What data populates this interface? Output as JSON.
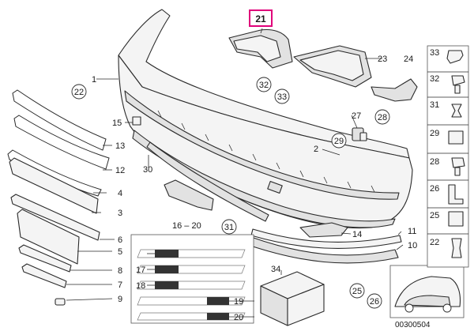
{
  "diagram": {
    "highlight_label": "21",
    "highlight_color": "#e0007a",
    "labels": {
      "l1": "1",
      "l2": "2",
      "l3": "3",
      "l4": "4",
      "l5": "5",
      "l6": "6",
      "l7": "7",
      "l8": "8",
      "l9": "9",
      "l10": "10",
      "l11": "11",
      "l12": "12",
      "l13": "13",
      "l14": "14",
      "l15": "15",
      "l16_20": "16 – 20",
      "l17": "17",
      "l18": "18",
      "l19": "19",
      "l20": "20",
      "l23": "23",
      "l24": "24",
      "l27": "27",
      "l30": "30",
      "l34": "34"
    },
    "callouts": {
      "c22": "22",
      "c32": "32",
      "c33": "33",
      "c28": "28",
      "c29": "29",
      "c31": "31",
      "c25": "25",
      "c26": "26"
    },
    "side_panel": [
      "33",
      "32",
      "31",
      "29",
      "28",
      "26",
      "25",
      "22"
    ],
    "reference_code": "00300504"
  }
}
